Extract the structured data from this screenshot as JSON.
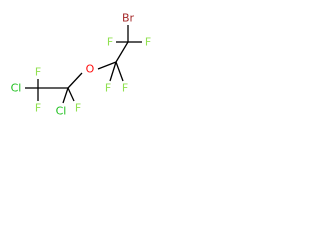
{
  "molecule": {
    "atoms": {
      "br": {
        "symbol": "Br",
        "color": "#a52a2a"
      },
      "o": {
        "symbol": "O",
        "color": "#ff0d0d"
      },
      "f_c1_left": {
        "symbol": "F",
        "color": "#90e050"
      },
      "f_c1_right": {
        "symbol": "F",
        "color": "#90e050"
      },
      "f_c2_left": {
        "symbol": "F",
        "color": "#90e050"
      },
      "f_c2_right": {
        "symbol": "F",
        "color": "#90e050"
      },
      "cl_c3": {
        "symbol": "Cl",
        "color": "#1fc01f"
      },
      "f_c3": {
        "symbol": "F",
        "color": "#90e050"
      },
      "f_c4_top": {
        "symbol": "F",
        "color": "#90e050"
      },
      "cl_c4": {
        "symbol": "Cl",
        "color": "#1fc01f"
      },
      "f_c4_bottom": {
        "symbol": "F",
        "color": "#90e050"
      }
    }
  }
}
